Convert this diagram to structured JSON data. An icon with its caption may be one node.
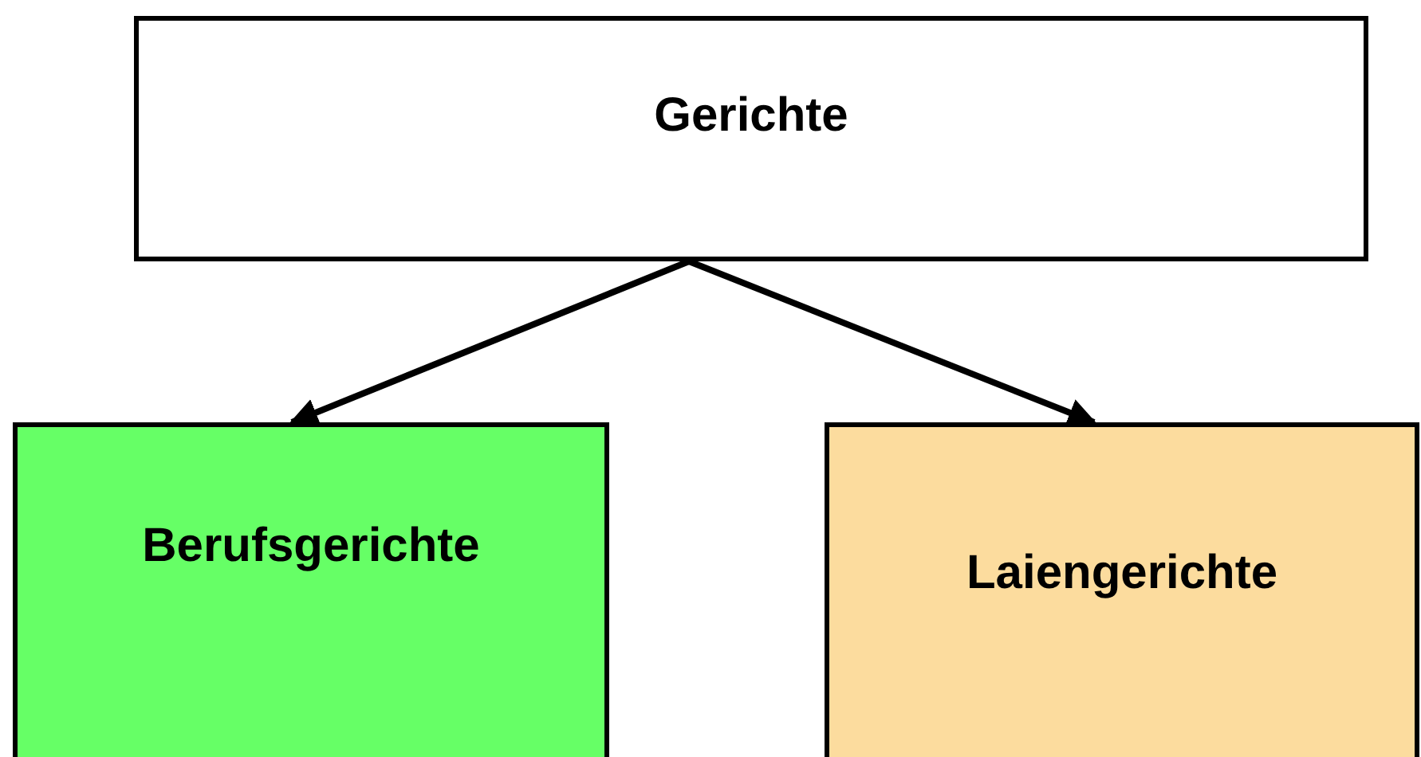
{
  "diagram": {
    "nodes": [
      {
        "text": [
          "Gerichte"
        ]
      },
      {
        "text": [
          "Berufsgerichte"
        ]
      },
      {
        "text": [
          "Laiengerichte"
        ]
      }
    ],
    "edges": [
      {
        "from": 0,
        "to": 1,
        "arrow": "to"
      },
      {
        "from": 0,
        "to": 2,
        "arrow": "to"
      }
    ]
  }
}
